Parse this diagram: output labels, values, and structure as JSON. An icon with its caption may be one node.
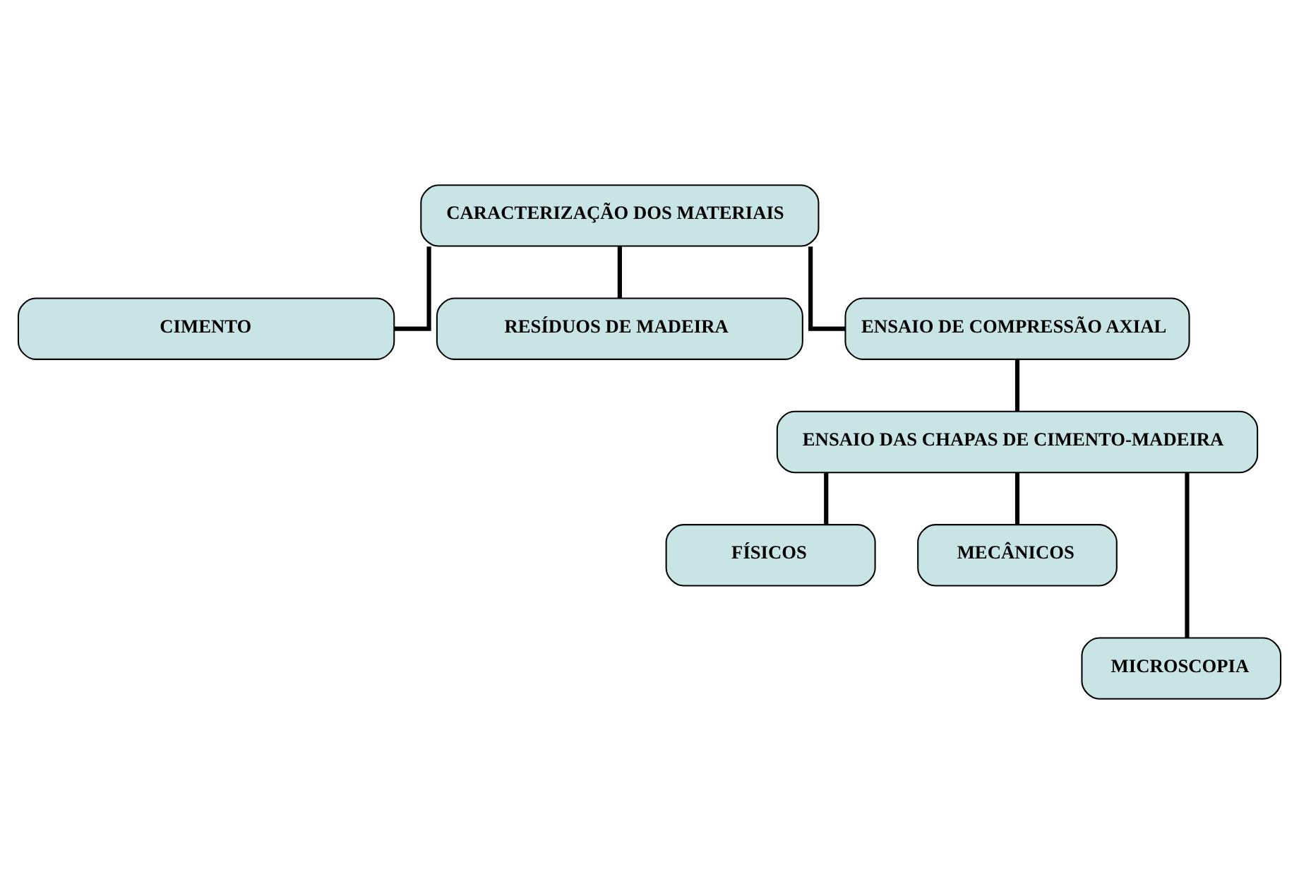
{
  "diagram": {
    "nodes": [
      {
        "text": [
          "CARACTERIZAÇÃO DOS MATERIAIS"
        ]
      },
      {
        "text": [
          "CIMENTO"
        ]
      },
      {
        "text": [
          "RESÍDUOS DE MADEIRA"
        ]
      },
      {
        "text": [
          "ENSAIO DE COMPRESSÃO AXIAL"
        ]
      },
      {
        "text": [
          "ENSAIO DAS CHAPAS DE CIMENTO-MADEIRA"
        ]
      },
      {
        "text": [
          "FÍSICOS"
        ]
      },
      {
        "text": [
          "MECÂNICOS"
        ]
      },
      {
        "text": [
          "MICROSCOPIA"
        ]
      }
    ],
    "edges": [
      {
        "from": 0,
        "to": 1,
        "arrow": "none"
      },
      {
        "from": 0,
        "to": 2,
        "arrow": "none"
      },
      {
        "from": 0,
        "to": 3,
        "arrow": "none"
      },
      {
        "from": 3,
        "to": 4,
        "arrow": "none"
      },
      {
        "from": 4,
        "to": 5,
        "arrow": "none"
      },
      {
        "from": 4,
        "to": 6,
        "arrow": "none"
      },
      {
        "from": 4,
        "to": 7,
        "arrow": "none"
      }
    ]
  }
}
